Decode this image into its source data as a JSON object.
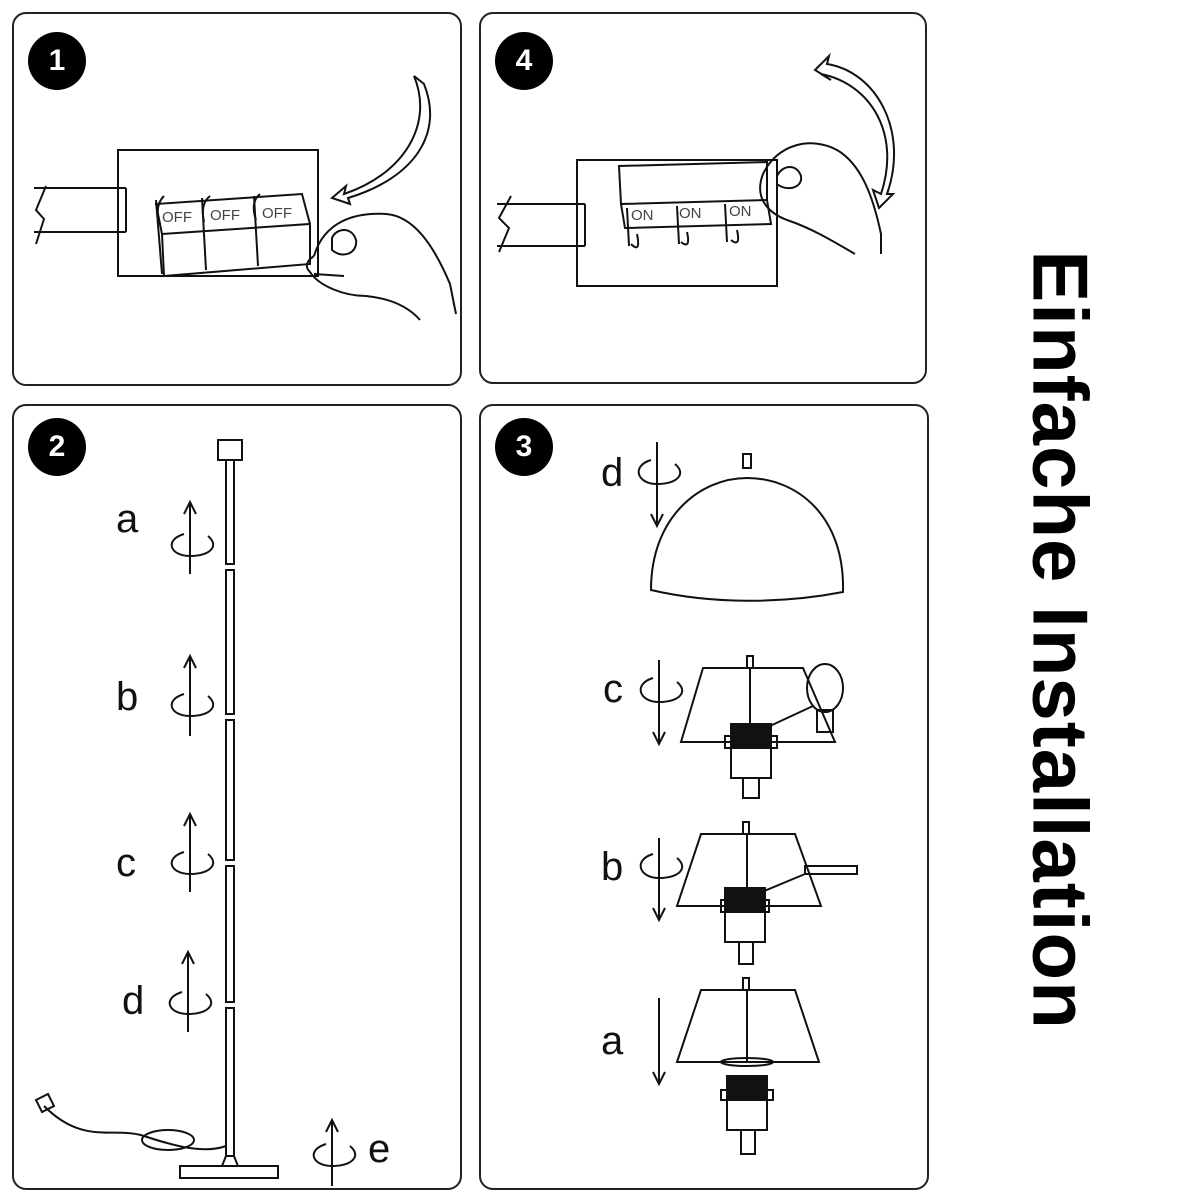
{
  "title": "Einfache Installation",
  "panels": {
    "p1": {
      "number": "1",
      "switch_labels": [
        "OFF",
        "OFF",
        "OFF"
      ]
    },
    "p4": {
      "number": "4",
      "switch_labels": [
        "ON",
        "ON",
        "ON"
      ]
    },
    "p2": {
      "number": "2",
      "labels": [
        "a",
        "b",
        "c",
        "d",
        "e"
      ]
    },
    "p3": {
      "number": "3",
      "labels": [
        "d",
        "c",
        "b",
        "a"
      ]
    }
  }
}
